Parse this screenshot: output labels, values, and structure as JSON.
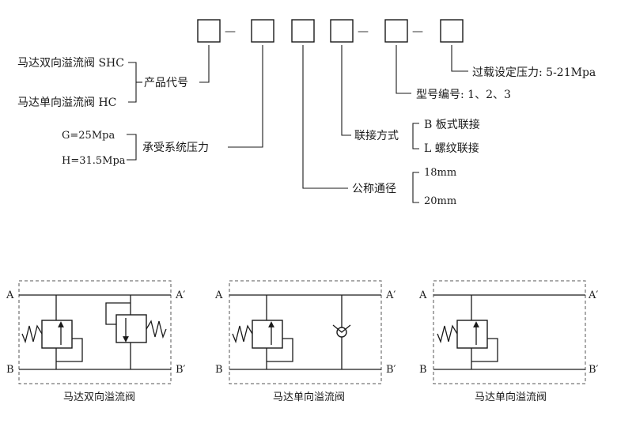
{
  "code": {
    "dash": "—",
    "product_code": "产品代号",
    "shc": "马达双向溢流阀 SHC",
    "hc": "马达单向溢流阀 HC",
    "pressure_title": "承受系统压力",
    "g_pressure": "G=25Mpa",
    "h_pressure": "H=31.5Mpa",
    "nominal_title": "公称通径",
    "bore_18": "18mm",
    "bore_20": "20mm",
    "connection_title": "联接方式",
    "plate": "B 板式联接",
    "thread": "L 螺纹联接",
    "model": "型号编号: 1、2、3",
    "overload": "过载设定压力: 5-21Mpa"
  },
  "schematics": [
    {
      "caption": "马达双向溢流阀",
      "a": "A",
      "a2": "A′",
      "b": "B",
      "b2": "B′"
    },
    {
      "caption": "马达单向溢流阀",
      "a": "A",
      "a2": "A′",
      "b": "B",
      "b2": "B′"
    },
    {
      "caption": "马达单向溢流阀",
      "a": "A",
      "a2": "A′",
      "b": "B",
      "b2": "B′"
    }
  ]
}
